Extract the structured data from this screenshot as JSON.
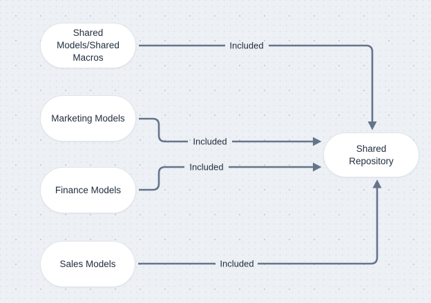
{
  "diagram": {
    "type": "flowchart",
    "background_color": "#edf0f4",
    "dot_grid_color": "#d6dce3",
    "node_fill_color": "#ffffff",
    "node_border_color": "#e0e5eb",
    "connector_color": "#64748b",
    "text_color": "#1f2b3d",
    "nodes": [
      {
        "id": "shared-models-shared-macros",
        "label": "Shared Models/Shared Macros"
      },
      {
        "id": "marketing-models",
        "label": "Marketing Models"
      },
      {
        "id": "finance-models",
        "label": "Finance Models"
      },
      {
        "id": "sales-models",
        "label": "Sales Models"
      },
      {
        "id": "shared-repository",
        "label": "Shared Repository"
      }
    ],
    "edges": [
      {
        "from": "shared-models-shared-macros",
        "to": "shared-repository",
        "label": "Included",
        "entry_side": "top"
      },
      {
        "from": "marketing-models",
        "to": "shared-repository",
        "label": "Included",
        "entry_side": "left"
      },
      {
        "from": "finance-models",
        "to": "shared-repository",
        "label": "Included",
        "entry_side": "left"
      },
      {
        "from": "sales-models",
        "to": "shared-repository",
        "label": "Included",
        "entry_side": "bottom"
      }
    ]
  }
}
